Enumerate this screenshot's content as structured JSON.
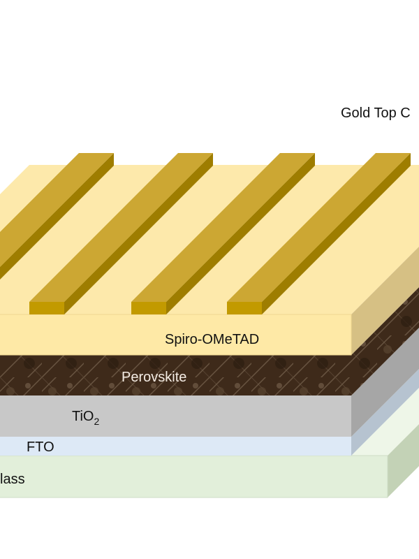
{
  "diagram": {
    "title_label": "Gold Top C",
    "layers": {
      "spiro": "Spiro-OMeTAD",
      "perovskite": "Perovskite",
      "tio2_main": "TiO",
      "tio2_sub": "2",
      "fto": "FTO",
      "glass": "lass"
    },
    "colors": {
      "spiro_front": "#fee9a6",
      "spiro_top": "#fde9ab",
      "spiro_side": "#d6c084",
      "gold_top": "#cca733",
      "gold_front": "#c29a00",
      "gold_side": "#9e7d00",
      "perovskite": "#3e2a1a",
      "tio2_front": "#c8c8c8",
      "tio2_side": "#a6a6a6",
      "fto_front": "#dde9f6",
      "fto_side": "#b6c3d0",
      "glass_front": "#e2efda",
      "glass_side": "#c3d2b6"
    }
  }
}
